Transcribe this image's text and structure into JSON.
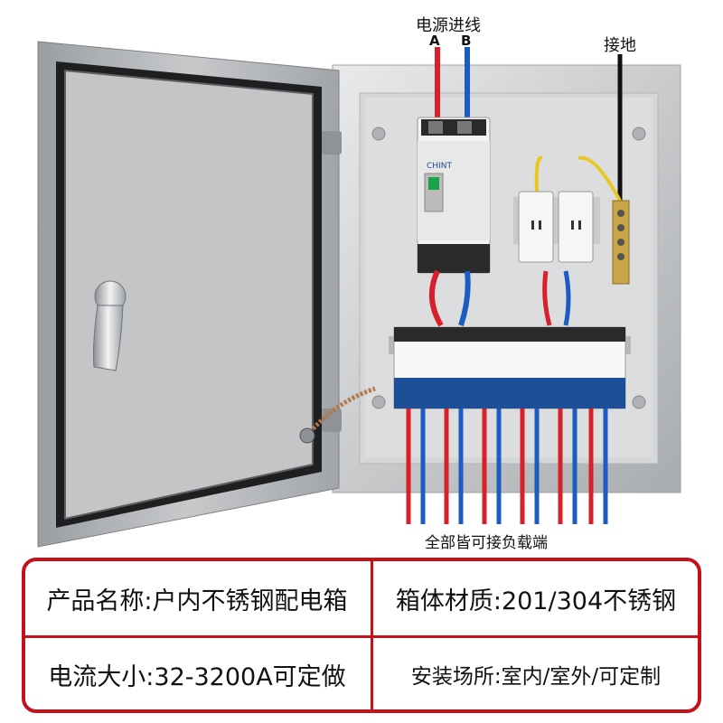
{
  "labels": {
    "power_in": "电源进线",
    "phase_a": "A",
    "phase_b": "B",
    "ground": "接地",
    "all_loads": "全部皆可接负载端"
  },
  "breaker_brand": "CHINT",
  "socket_count": 2,
  "mcb_count": 6,
  "specs": {
    "product_name": "产品名称:户内不锈钢配电箱",
    "material": "箱体材质:201/304不锈钢",
    "current": "电流大小:32-3200A可定做",
    "install": "安装场所:室内/室外/可定制"
  },
  "colors": {
    "wire_red": "#d8202a",
    "wire_blue": "#1c5cc0",
    "frame_red": "#c4111a"
  }
}
